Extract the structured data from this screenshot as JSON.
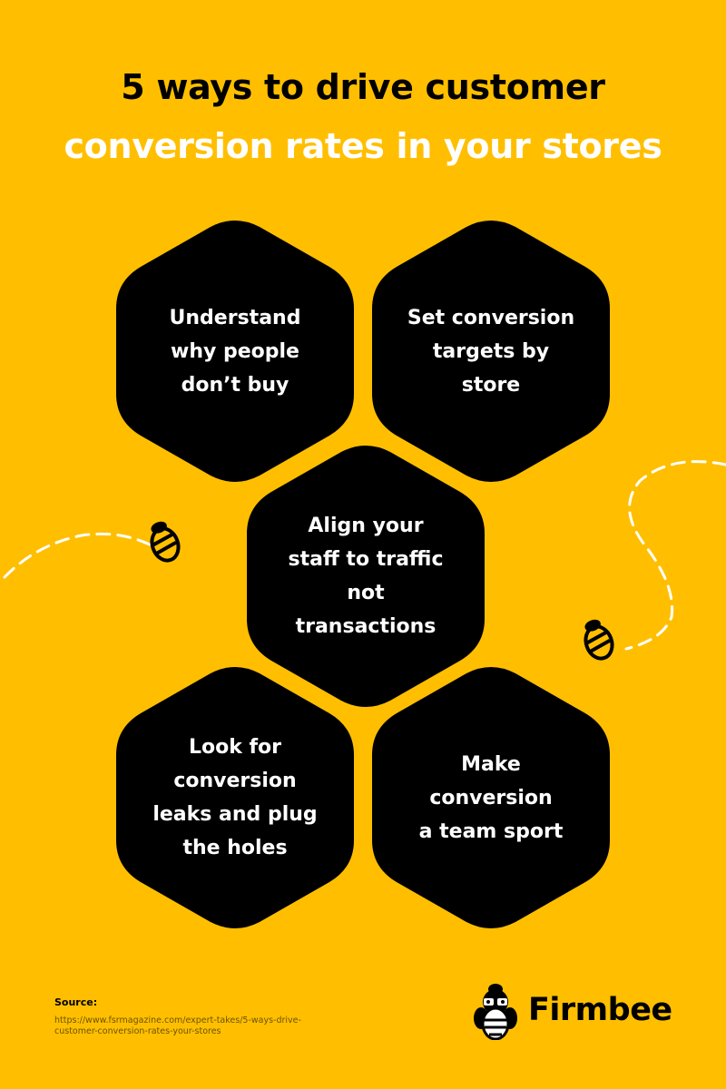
{
  "title": {
    "line1": "5 ways to drive customer",
    "line2": "conversion rates in your stores"
  },
  "ways": [
    {
      "lines": [
        "Understand",
        "why people",
        "don’t buy"
      ]
    },
    {
      "lines": [
        "Set conversion",
        "targets by",
        "store"
      ]
    },
    {
      "lines": [
        "Align your",
        "staff to traffic",
        "not",
        "transactions"
      ]
    },
    {
      "lines": [
        "Look for",
        "conversion",
        "leaks and plug",
        "the holes"
      ]
    },
    {
      "lines": [
        "Make",
        "conversion",
        "a team sport"
      ]
    }
  ],
  "source": {
    "label": "Source:",
    "url": "https://www.fsrmagazine.com/expert-takes/5-ways-drive-customer-conversion-rates-your-stores"
  },
  "brand": {
    "name": "Firmbee"
  },
  "icons": [
    "bee-icon",
    "bee-icon",
    "firmbee-logo-icon"
  ],
  "colors": {
    "background": "#FFBF00",
    "hexagon": "#000000",
    "title_accent": "#FFFFFF"
  }
}
